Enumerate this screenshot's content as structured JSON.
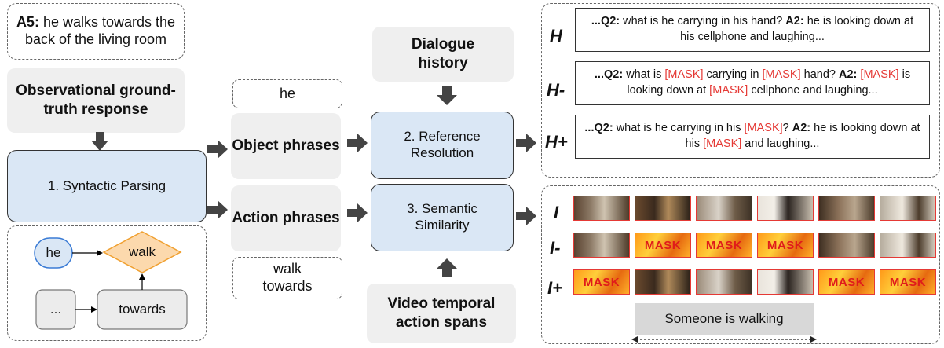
{
  "a5": {
    "label": "A5:",
    "text": "he walks towards the back of the living room"
  },
  "observational": {
    "text": "Observational ground-truth response"
  },
  "syntactic": {
    "text": "1. Syntactic Parsing"
  },
  "parse_tree": {
    "he": "he",
    "walk": "walk",
    "ellipsis": "...",
    "towards": "towards"
  },
  "object_example": "he",
  "object_phrases": "Object phrases",
  "action_phrases": "Action phrases",
  "action_example": "walk towards",
  "dialogue_history": "Dialogue history",
  "reference_resolution": "2. Reference Resolution",
  "semantic_similarity": "3. Semantic Similarity",
  "video_spans": "Video temporal action spans",
  "history_rows": [
    {
      "label": "H",
      "html": "<b>...Q2:</b> what is he carrying in his hand? <b>A2:</b> he is looking down at his cellphone and laughing..."
    },
    {
      "label": "H-",
      "html": "<b>...Q2:</b> what is <span class='red'>[MASK]</span> carrying in <span class='red'>[MASK]</span> hand? <b>A2:</b> <span class='red'>[MASK]</span> is looking down at <span class='red'>[MASK]</span> cellphone and laughing..."
    },
    {
      "label": "H+",
      "html": "<b>...Q2:</b> what is he carrying in his <span class='red'>[MASK]</span>? <b>A2:</b> he is looking down at his <span class='red'>[MASK]</span> and laughing..."
    }
  ],
  "video_rows": [
    {
      "label": "I",
      "masks": [
        false,
        false,
        false,
        false,
        false,
        false
      ]
    },
    {
      "label": "I-",
      "masks": [
        false,
        true,
        true,
        true,
        false,
        false
      ]
    },
    {
      "label": "I+",
      "masks": [
        true,
        false,
        false,
        false,
        true,
        true
      ]
    }
  ],
  "mask_text": "MASK",
  "walking_caption": "Someone is walking",
  "colors": {
    "blue_fill": "#dae7f5",
    "grey_fill": "#efefef",
    "mask_red": "#e01b1b",
    "frame_border": "#e53935",
    "arrow": "#444444"
  }
}
